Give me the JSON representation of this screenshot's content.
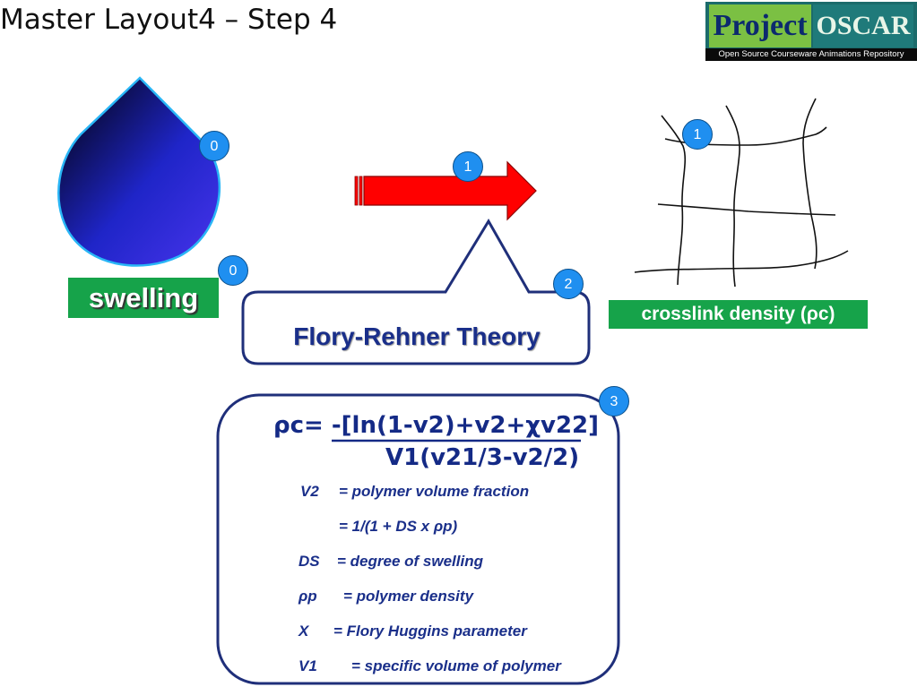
{
  "header": {
    "title": "Master Layout4 – Step 4",
    "logo": {
      "word1": "Project",
      "word2": "OSCAR",
      "tagline": "Open Source Courseware Animations Repository"
    }
  },
  "colors": {
    "arrow_red": "#ff0000",
    "label_green": "#16a34a",
    "badge_blue": "#1f8ff0",
    "box_border": "#1f2f7a",
    "text_blue": "#1a2f8a"
  },
  "badges": {
    "drop": "0",
    "swelling": "0",
    "arrow": "1",
    "network": "1",
    "theory": "2",
    "formula": "3"
  },
  "labels": {
    "swelling": "swelling",
    "crosslink": "crosslink density (ρc)",
    "theory": "Flory-Rehner Theory"
  },
  "formula": {
    "numerator": "ρc= -[ln(1-v2)+v2+χv22]",
    "denominator": "V1(v21/3-v2/2)"
  },
  "definitions": [
    {
      "symbol": "V2",
      "text": "=   polymer volume fraction"
    },
    {
      "symbol": "",
      "text": "=   1/(1 + DS x ρp)"
    },
    {
      "symbol": "DS",
      "text": "= degree of swelling"
    },
    {
      "symbol": "ρp",
      "text": "= polymer density"
    },
    {
      "symbol": "X",
      "text": "= Flory Huggins parameter"
    },
    {
      "symbol": "V1",
      "text": "= specific volume of polymer"
    }
  ]
}
